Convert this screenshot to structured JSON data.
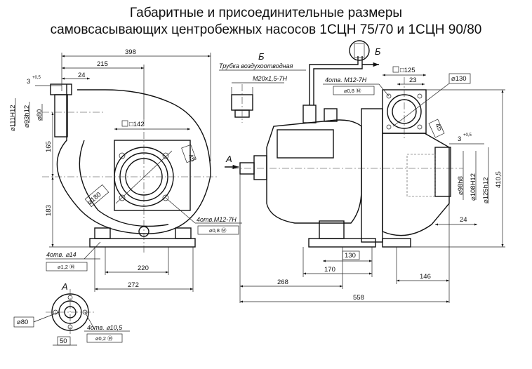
{
  "title": {
    "line1": "Габаритные и присоединительные размеры",
    "line2": "самовсасывающих центробежных насосов 1СЦН 75/70 и 1СЦН 90/80"
  },
  "views": {
    "section_b_letter": "Б",
    "view_b_letter": "Б",
    "arrow_a_letter": "А",
    "view_a_letter": "А"
  },
  "labels": {
    "air_tube": "Трубка воздухоотводная",
    "thread_m20": "М20х1,5-7Н",
    "holes_m12_side": "4отв.М12-7Н",
    "holes_m12_top": "4отв. М12-7Н",
    "holes_14": "4отв. ⌀14",
    "holes_10_5": "4отв. ⌀10,5",
    "tol_08_top": "⌀0,8 Ⓜ",
    "tol_08_side": "⌀0,8 Ⓜ",
    "tol_1_2": "⌀1,2 Ⓜ",
    "tol_0_2": "⌀0,2 Ⓜ"
  },
  "dimensions": {
    "d398": "398",
    "d215": "215",
    "d24_top": "24",
    "d3_top": "3",
    "d3_top_sup": "+0,5",
    "d111": "⌀111Н12",
    "d93": "⌀93h12",
    "d80_left": "⌀80",
    "d165": "165",
    "d183": "183",
    "sq142": "□142",
    "d180": "⌀180",
    "d45_left": "45",
    "d220": "220",
    "d272": "272",
    "sq125": "□125",
    "d23": "23",
    "d130": "⌀130",
    "d45_right": "45",
    "d3_right": "3",
    "d3_right_sup": "+0,5",
    "d98": "⌀98h8",
    "d108": "⌀108Н12",
    "d125": "⌀125h12",
    "d410": "410,5",
    "d24_right": "24",
    "d130_bottom": "130",
    "d170": "170",
    "d146": "146",
    "d268": "268",
    "d558": "558",
    "d80_view_a": "⌀80",
    "d50": "50"
  }
}
